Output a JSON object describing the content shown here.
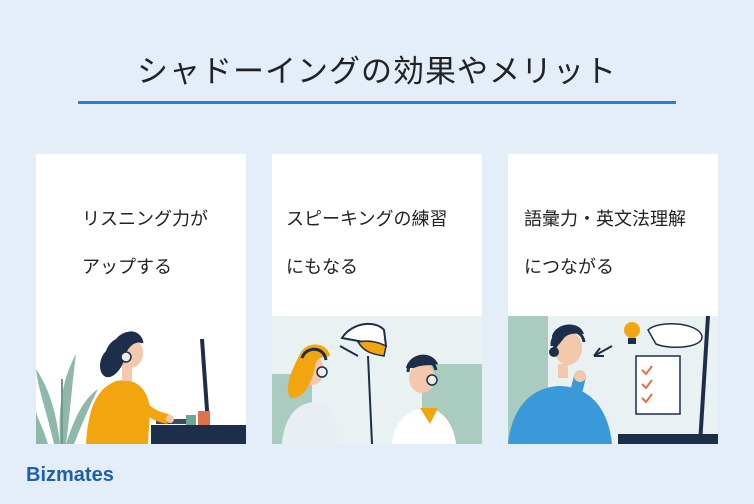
{
  "title": "シャドーイングの効果やメリット",
  "cards": [
    {
      "line1": "リスニング力が",
      "line2": "アップする"
    },
    {
      "line1": "スピーキングの練習",
      "line2": "にもなる"
    },
    {
      "line1": "語彙力・英文法理解",
      "line2": "につながる"
    }
  ],
  "logo": "Bizmates",
  "colors": {
    "background": "#e3eef8",
    "accent": "#2b7fcf",
    "orange": "#f2a50f",
    "blue_shirt": "#3a9ad9",
    "navy": "#1c2e4a"
  }
}
